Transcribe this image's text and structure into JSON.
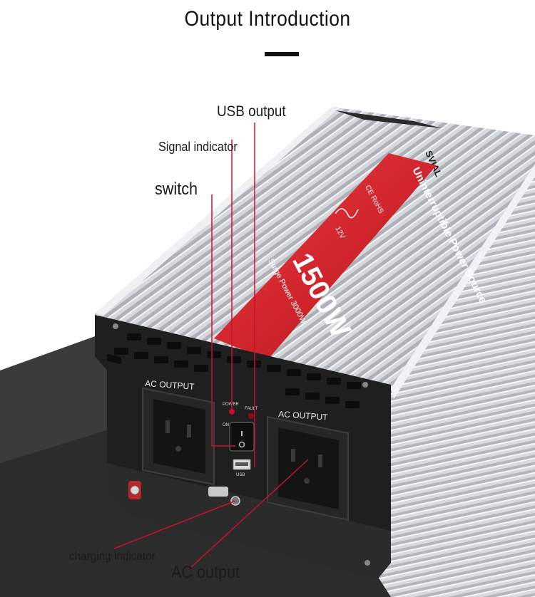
{
  "header": {
    "title": "Output Introduction"
  },
  "callouts": {
    "usb_output": "USB output",
    "signal_indicator": "Signal indicator",
    "switch": "switch",
    "charging_indicator": "charging indicator",
    "ac_output": "AC output"
  },
  "product": {
    "brand": "SVIAL",
    "panel_title": "Uninterruptible Power Source",
    "rating": "1500W",
    "surge": "Surge Power 3000W",
    "voltage": "12V",
    "certs": "CE RoHS",
    "socket_left_label": "AC OUTPUT",
    "socket_right_label": "AC OUTPUT",
    "led_power": "POWER",
    "led_fault": "FAULT",
    "switch_on": "ON",
    "usb_label": "USB"
  },
  "colors": {
    "accent_red": "#d81f26",
    "leader_red": "#c8102e",
    "housing_silver": "#c9cdd2",
    "panel_black": "#1e1e1e",
    "background_dark": "#3a3a3a"
  }
}
